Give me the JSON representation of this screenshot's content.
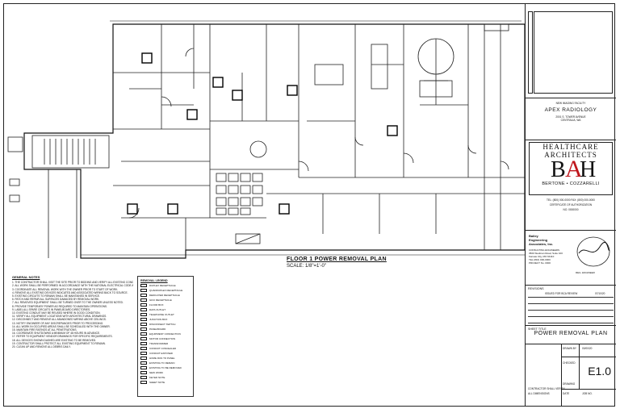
{
  "plan": {
    "title": "FLOOR 1 POWER REMOVAL PLAN",
    "scale": "SCALE: 1/8\"=1'-0\""
  },
  "notes": {
    "heading": "GENERAL NOTES",
    "lines": [
      "1. THE CONTRACTOR SHALL VISIT THE SITE PRIOR TO BIDDING AND VERIFY ALL EXISTING CONDITIONS.",
      "2. ALL WORK SHALL BE PERFORMED IN ACCORDANCE WITH THE NATIONAL ELECTRICAL CODE AND LOCAL CODES.",
      "3. COORDINATE ALL REMOVAL WORK WITH THE OWNER PRIOR TO START OF WORK.",
      "4. REMOVE ALL EXISTING DEVICES INDICATED AND ASSOCIATED WIRING BACK TO SOURCE.",
      "5. EXISTING CIRCUITS TO REMAIN SHALL BE MAINTAINED IN SERVICE.",
      "6. PATCH AND REPAIR ALL SURFACES DAMAGED BY REMOVAL WORK.",
      "7. ALL REMOVED EQUIPMENT SHALL BE TURNED OVER TO THE OWNER UNLESS NOTED.",
      "8. PROVIDE TEMPORARY POWER AS REQUIRED TO MAINTAIN OPERATIONS.",
      "9. LABEL ALL SPARE CIRCUITS IN PANELBOARD DIRECTORIES.",
      "10. EXISTING CONDUIT MAY BE REUSED WHERE IN GOOD CONDITION.",
      "11. VERIFY ALL EQUIPMENT LOCATIONS WITH ARCHITECTURAL DRAWINGS.",
      "12. DISCONNECT AND REMOVE ALL ABANDONED WIRING ABOVE CEILINGS.",
      "13. NOTIFY ENGINEER OF ANY DISCREPANCIES PRIOR TO PROCEEDING.",
      "14. ALL WORK IN OCCUPIED AREAS SHALL BE SCHEDULED WITH THE OWNER.",
      "15. MAINTAIN FIRE RATINGS AT ALL PENETRATIONS.",
      "16. COORDINATE SHUTDOWNS A MINIMUM OF 48 HOURS IN ADVANCE.",
      "17. REFER TO EQUIPMENT VENDOR DRAWINGS FOR SPECIFIC REQUIREMENTS.",
      "18. ALL DEVICES SHOWN DASHED ARE EXISTING TO BE REMOVED.",
      "19. CONTRACTOR SHALL PROTECT ALL EXISTING EQUIPMENT TO REMAIN.",
      "20. CLEAN UP AND REMOVE ALL DEBRIS DAILY."
    ]
  },
  "legend": {
    "heading": "REMOVAL LEGEND",
    "items": [
      "DUPLEX RECEPTACLE",
      "QUADRUPLEX RECEPTACLE",
      "DEDICATED RECEPTACLE",
      "GFCI RECEPTACLE",
      "FLOOR BOX",
      "DATA OUTLET",
      "TELEPHONE OUTLET",
      "JUNCTION BOX",
      "DISCONNECT SWITCH",
      "PANELBOARD",
      "EQUIPMENT CONNECTION",
      "MOTOR CONNECTION",
      "TRANSFORMER",
      "CONDUIT CONCEALED",
      "CONDUIT EXPOSED",
      "HOME RUN TO PANEL",
      "EXISTING TO REMAIN",
      "EXISTING TO BE REMOVED",
      "NEW WORK",
      "KEYED NOTE",
      "SHEET NOTE"
    ]
  },
  "title_block": {
    "project_small": "NEW IMAGING FACILITY",
    "project_name": "APEX RADIOLOGY",
    "project_addr1": "2001 S. TOWER AVENUE",
    "project_addr2": "CENTRALIA, WA",
    "arch_word1": "HEALTHCARE",
    "arch_word2": "ARCHITECTS",
    "arch_b": "B",
    "arch_a": "A",
    "arch_h": "H",
    "arch_names": "BERTONE • COZZARELLI",
    "arch_info1": "TEL: (800) 000-0000  FAX: (800) 000-0000",
    "arch_info2": "CERTIFICATE OF AUTHORIZATION",
    "arch_info3": "NO. 0000000",
    "engineer1": "Bailey",
    "engineer2": "Engineering",
    "engineer3": "Associates, Inc.",
    "eng_info": [
      "CONSULTING ENGINEERS",
      "3500 Stedman Road, Suite 100",
      "Kansas City, MO 64110",
      "TEL (816) 000-0000",
      "PROJECT No. 0000"
    ],
    "eng_sig": "REG. ENGINEER",
    "revisions_label": "REVISIONS",
    "rev1_text": "ISSUED FOR BCA REVIEW",
    "rev1_date": "07/10/20",
    "sheet_title_label": "SHEET TITLE",
    "sheet_title": "POWER REMOVAL PLAN",
    "drawn_label": "DRAWN BY",
    "checked_label": "CHECKED",
    "drawing_label": "DRAWING",
    "sheet_number": "E1.0",
    "date_label": "DATE",
    "date_value": "00/00/20",
    "job_label": "JOB NO.",
    "footer1": "CONTRACTOR SHALL VERIFY",
    "footer2": "ALL DIMENSIONS"
  }
}
